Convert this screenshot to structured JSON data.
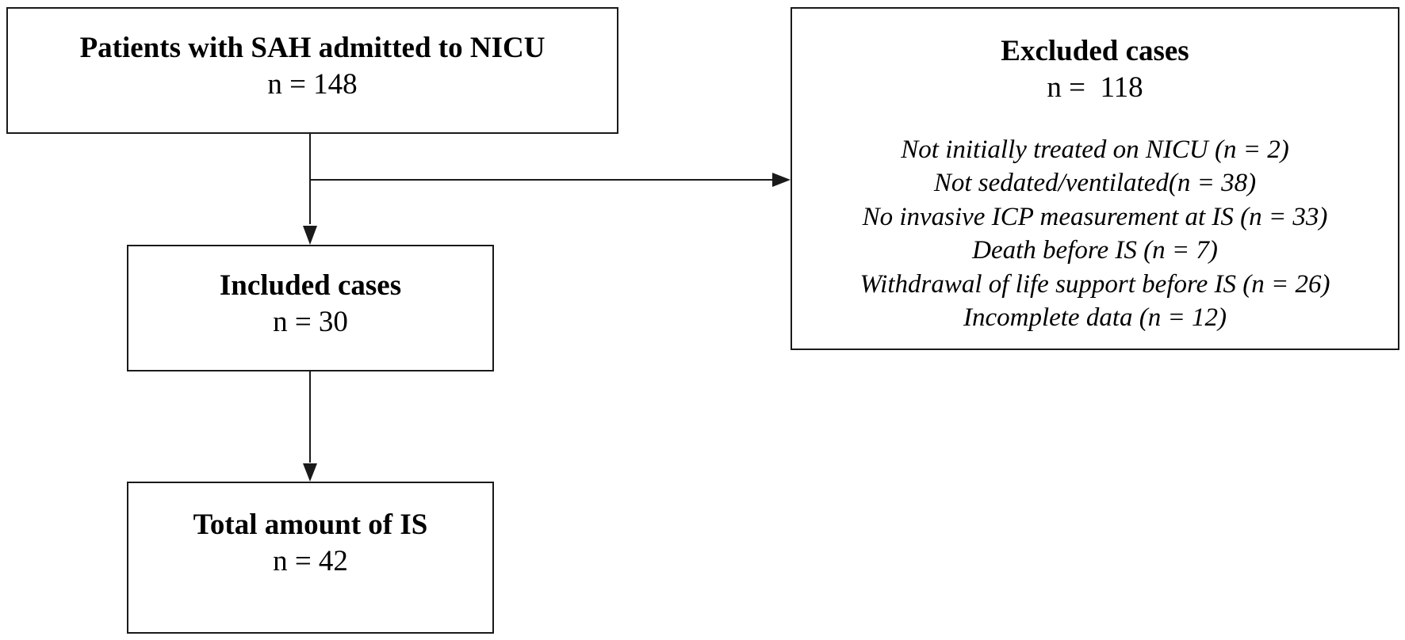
{
  "patients_box": {
    "title": "Patients with SAH admitted to NICU",
    "count": "n = 148"
  },
  "included_box": {
    "title": "Included cases",
    "count": "n = 30"
  },
  "total_box": {
    "title": "Total amount of IS",
    "count": "n = 42"
  },
  "excluded_box": {
    "title": "Excluded cases",
    "count": "n =  118",
    "reasons": [
      "Not initially treated on NICU (n = 2)",
      "Not sedated/ventilated(n = 38)",
      "No invasive ICP measurement at IS (n = 33)",
      "Death before IS (n = 7)",
      "Withdrawal of life support before IS (n = 26)",
      "Incomplete data (n = 12)"
    ]
  },
  "colors": {
    "line": "#1a1a1a",
    "background": "#ffffff"
  }
}
